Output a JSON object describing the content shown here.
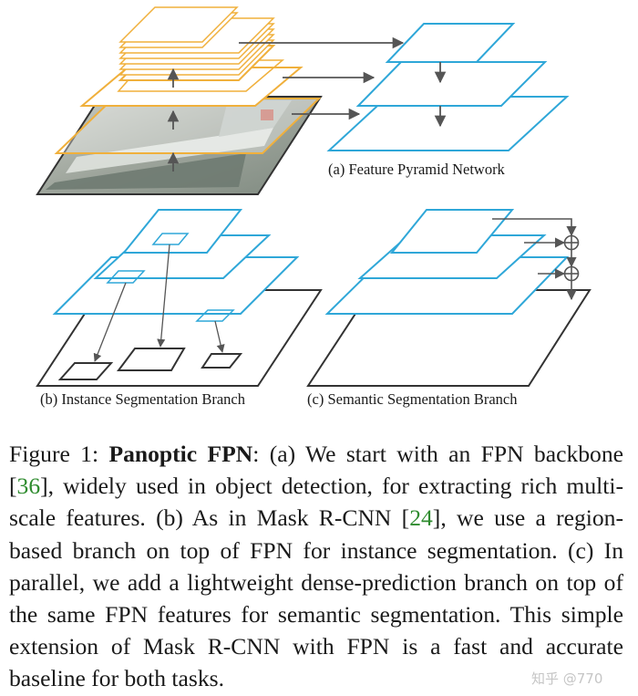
{
  "panels": {
    "a": {
      "label": "(a) Feature Pyramid Network"
    },
    "b": {
      "label": "(b) Instance Segmentation Branch"
    },
    "c": {
      "label": "(c) Semantic Segmentation Branch"
    }
  },
  "caption": {
    "figure_label": "Figure 1:",
    "title": "Panoptic FPN",
    "part1": ": (a) We start with an FPN backbone [",
    "ref1": "36",
    "part2": "], widely used in object detection, for extracting rich multi-scale features.  (b) As in Mask R-CNN [",
    "ref2": "24",
    "part3": "], we use a region-based branch on top of FPN for instance segmentation. (c) In parallel, we add a lightweight dense-prediction branch on top of the same FPN features for semantic segmentation.  This simple extension of Mask R-CNN with FPN is a fast and accurate baseline for both tasks."
  },
  "watermark": "知乎 @770",
  "colors": {
    "orange": "#f0b03c",
    "blue": "#2fa7d8",
    "dark": "#333333",
    "arrow": "#555555",
    "ref_green": "#2e8b2e"
  },
  "icons": [
    "image-photo",
    "plus-circle-icon",
    "up-arrow-icon",
    "down-arrow-icon"
  ]
}
